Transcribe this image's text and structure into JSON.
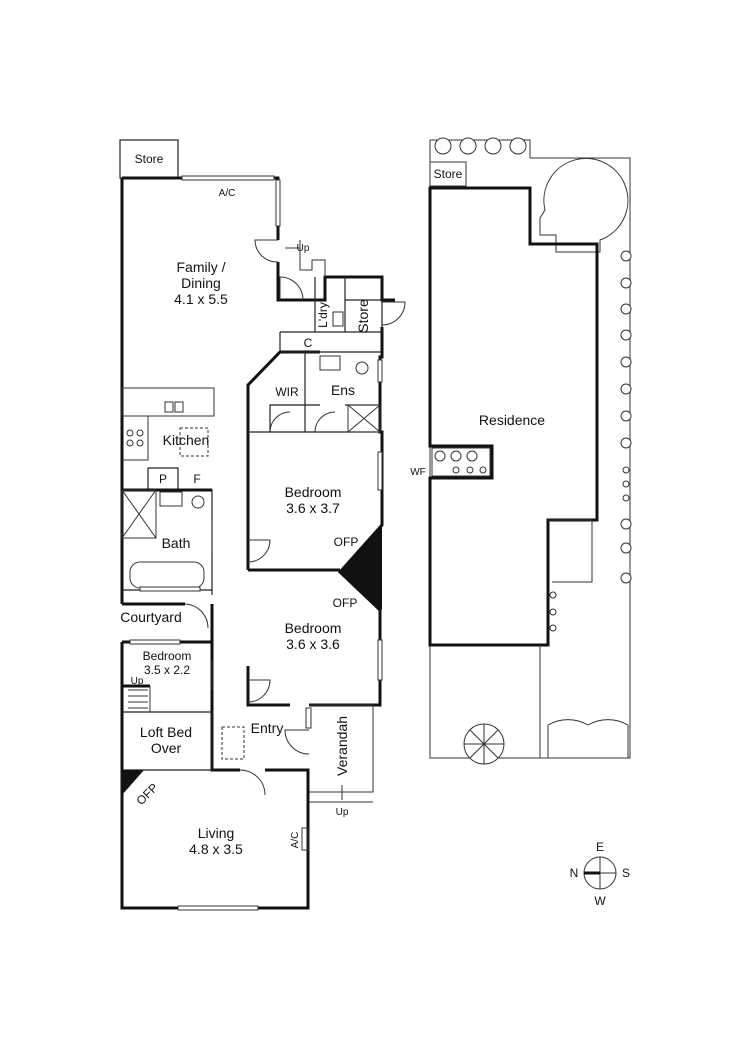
{
  "ground_floor": {
    "store_top": "Store",
    "ac_top": "A/C",
    "family_dining_name_1": "Family /",
    "family_dining_name_2": "Dining",
    "family_dining_size": "4.1 x 5.5",
    "up_1": "Up",
    "laundry": "L'dry",
    "store_mid": "Store",
    "cupboard": "C",
    "wir": "WIR",
    "ensuite": "Ens",
    "kitchen": "Kitchen",
    "pantry": "P",
    "fridge": "F",
    "bath": "Bath",
    "bedroom_1_name": "Bedroom",
    "bedroom_1_size": "3.6 x 3.7",
    "ofp_1": "OFP",
    "ofp_2": "OFP",
    "bedroom_2_name": "Bedroom",
    "bedroom_2_size": "3.6 x 3.6",
    "courtyard": "Courtyard",
    "bedroom_3_name": "Bedroom",
    "bedroom_3_size": "3.5 x 2.2",
    "up_2": "Up",
    "loft_1": "Loft Bed",
    "loft_2": "Over",
    "entry": "Entry",
    "verandah": "Verandah",
    "up_3": "Up",
    "ofp_3": "OFP",
    "living_name": "Living",
    "living_size": "4.8 x 3.5",
    "ac_living": "A/C"
  },
  "site_plan": {
    "store": "Store",
    "residence": "Residence",
    "wf": "WF"
  },
  "compass": {
    "e": "E",
    "n": "N",
    "s": "S",
    "w": "W"
  }
}
